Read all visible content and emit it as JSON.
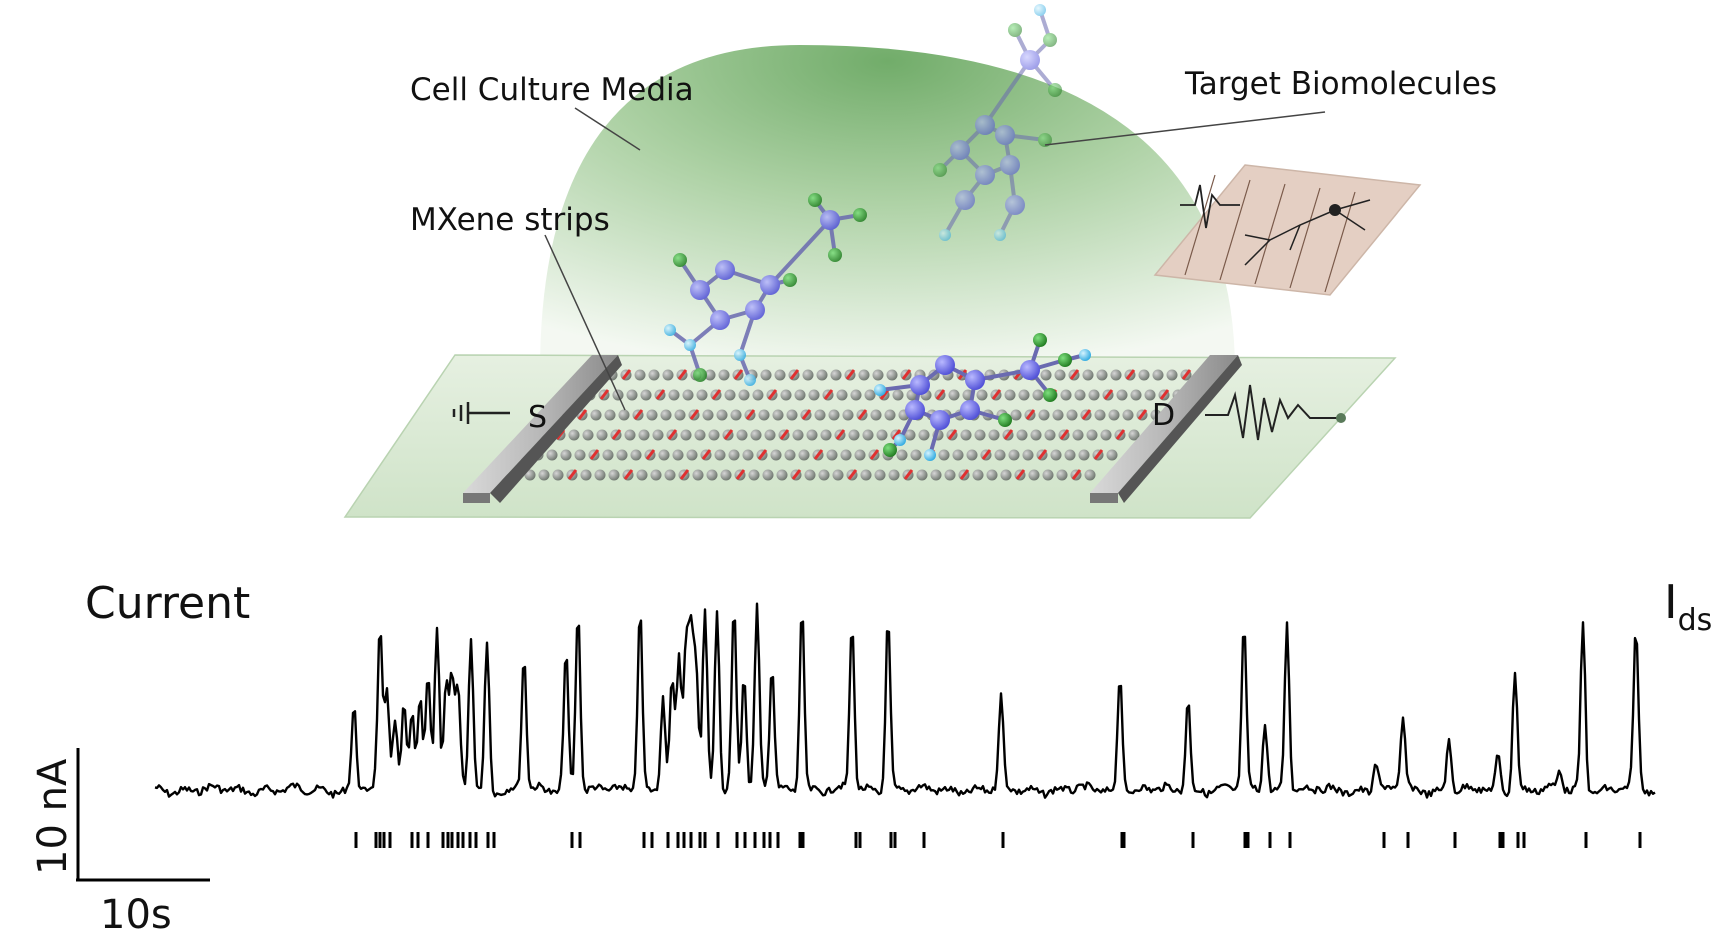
{
  "labels": {
    "cell_culture_media": "Cell Culture Media",
    "target_biomolecules": "Target Biomolecules",
    "mxene_strips": "MXene strips",
    "source": "S",
    "drain": "D",
    "current": "Current",
    "ids_main": "I",
    "ids_sub": "ds",
    "scale_y": "10 nA",
    "scale_x": "10s"
  },
  "colors": {
    "dome": "#7fb877",
    "substrate": "#dcebd6",
    "electrode": "#9b9b9b",
    "mxene_atom": "#8e9a8e",
    "mxene_accent": "#e03030",
    "molecule_ring": "#6f6fe0",
    "molecule_n": "#a9a9f0",
    "molecule_o": "#2e8f2e",
    "molecule_h": "#58c8f0",
    "trace": "#000000"
  },
  "icons": [
    "ground-icon",
    "neuron-array-icon",
    "ecg-waveform-icon"
  ]
}
